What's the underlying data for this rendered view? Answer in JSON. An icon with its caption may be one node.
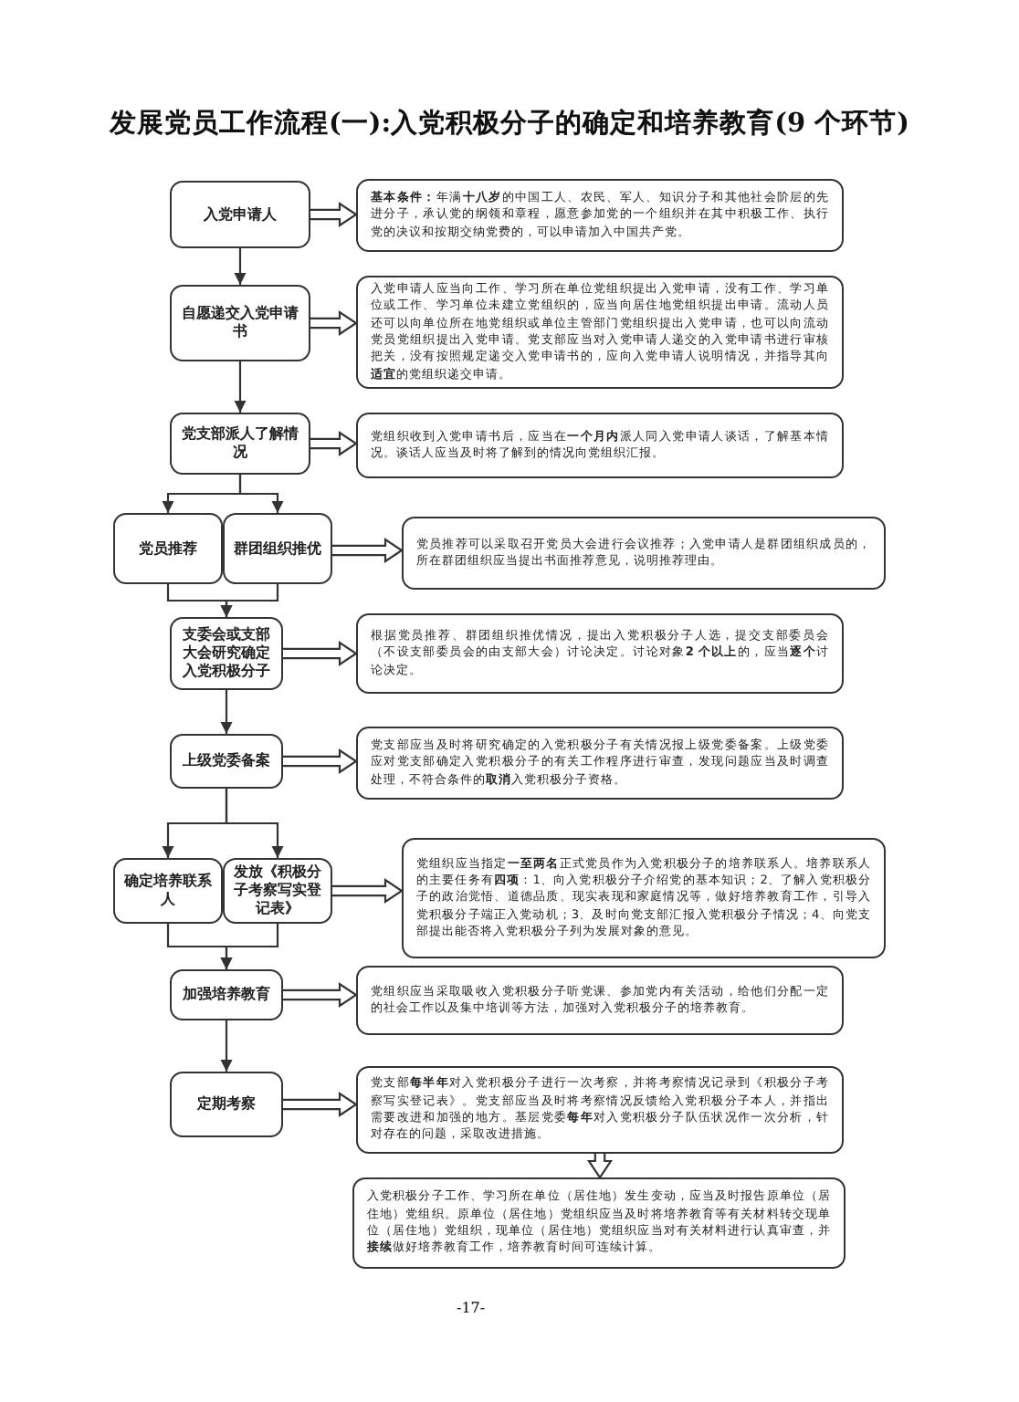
{
  "diagram": {
    "title": "发展党员工作流程(一):入党积极分子的确定和培养教育(9 个环节)",
    "nodes": [
      {
        "text": [
          "入党申请人"
        ]
      },
      {
        "text": [
          "**基本条件：**年满**十八岁**的中国工人、农民、军人、知识分子和其他社会阶层的先进分子，承认党的纲领和章程，愿意参加党的一个组织并在其中积极工作、执行党的决议和按期交纳党费的，可以申请加入中国共产党。"
        ]
      },
      {
        "text": [
          "自愿递交入党申请书"
        ]
      },
      {
        "text": [
          "入党申请人应当向工作、学习所在单位党组织提出入党申请，没有工作、学习单位或工作、学习单位未建立党组织的，应当向居住地党组织提出申请。流动人员还可以向单位所在地党组织或单位主管部门党组织提出入党申请，也可以向流动党员党组织提出入党申请。党支部应当对入党申请人递交的入党申请书进行审核把关，没有按照规定递交入党申请书的，应向入党申请人说明情况，并指导其向**适宜**的党组织递交申请。"
        ]
      },
      {
        "text": [
          "党支部派人了解情况"
        ]
      },
      {
        "text": [
          "党组织收到入党申请书后，应当在**一个月内**派人同入党申请人谈话，了解基本情况。谈话人应当及时将了解到的情况向党组织汇报。"
        ]
      },
      {
        "text": [
          "党员推荐"
        ]
      },
      {
        "text": [
          "群团组织推优"
        ]
      },
      {
        "text": [
          "党员推荐可以采取召开党员大会进行会议推荐；入党申请人是群团组织成员的，所在群团组织应当提出书面推荐意见，说明推荐理由。"
        ]
      },
      {
        "text": [
          "支委会或支部大会研究确定入党积极分子"
        ]
      },
      {
        "text": [
          "根据党员推荐、群团组织推优情况，提出入党积极分子人选，提交支部委员会（不设支部委员会的由支部大会）讨论决定。讨论对象**2 个以上**的，应当**逐个**讨论决定。"
        ]
      },
      {
        "text": [
          "上级党委备案"
        ]
      },
      {
        "text": [
          "党支部应当及时将研究确定的入党积极分子有关情况报上级党委备案。上级党委应对党支部确定入党积极分子的有关工作程序进行审查，发现问题应当及时调查处理，不符合条件的**取消**入党积极分子资格。"
        ]
      },
      {
        "text": [
          "确定培养联系人"
        ]
      },
      {
        "text": [
          "发放《积极分子考察写实登记表》"
        ]
      },
      {
        "text": [
          "党组织应当指定**一至两名**正式党员作为入党积极分子的培养联系人。培养联系人的主要任务有**四项**：1、向入党积极分子介绍党的基本知识；2、了解入党积极分子的政治觉悟、道德品质、现实表现和家庭情况等，做好培养教育工作，引导入党积极分子端正入党动机；3、及时向党支部汇报入党积极分子情况；4、向党支部提出能否将入党积极分子列为发展对象的意见。"
        ]
      },
      {
        "text": [
          "加强培养教育"
        ]
      },
      {
        "text": [
          "党组织应当采取吸收入党积极分子听党课、参加党内有关活动，给他们分配一定的社会工作以及集中培训等方法，加强对入党积极分子的培养教育。"
        ]
      },
      {
        "text": [
          "定期考察"
        ]
      },
      {
        "text": [
          "党支部**每半年**对入党积极分子进行一次考察，并将考察情况记录到《积极分子考察写实登记表》。党支部应当及时将考察情况反馈给入党积极分子本人，并指出需要改进和加强的地方。基层党委**每年**对入党积极分子队伍状况作一次分析，针对存在的问题，采取改进措施。"
        ]
      },
      {
        "text": [
          "入党积极分子工作、学习所在单位（居住地）发生变动，应当及时报告原单位（居住地）党组织。原单位（居住地）党组织应当及时将培养教育等有关材料转交现单位（居住地）党组织，现单位（居住地）党组织应当对有关材料进行认真审查，并**接续**做好培养教育工作，培养教育时间可连续计算。"
        ]
      }
    ],
    "edges": [
      {
        "from": 0,
        "to": 1,
        "arrow": "to",
        "style": "thick"
      },
      {
        "from": 0,
        "to": 2,
        "arrow": "to"
      },
      {
        "from": 2,
        "to": 3,
        "arrow": "to",
        "style": "thick"
      },
      {
        "from": 2,
        "to": 4,
        "arrow": "to"
      },
      {
        "from": 4,
        "to": 5,
        "arrow": "to",
        "style": "thick"
      },
      {
        "from": 4,
        "to": 6,
        "arrow": "to"
      },
      {
        "from": 4,
        "to": 7,
        "arrow": "to"
      },
      {
        "from": 7,
        "to": 8,
        "arrow": "to",
        "style": "thick"
      },
      {
        "from": 6,
        "to": 9,
        "arrow": "to"
      },
      {
        "from": 7,
        "to": 9,
        "arrow": "to"
      },
      {
        "from": 9,
        "to": 10,
        "arrow": "to",
        "style": "thick"
      },
      {
        "from": 9,
        "to": 11,
        "arrow": "to"
      },
      {
        "from": 11,
        "to": 12,
        "arrow": "to",
        "style": "thick"
      },
      {
        "from": 11,
        "to": 13,
        "arrow": "to"
      },
      {
        "from": 11,
        "to": 14,
        "arrow": "to"
      },
      {
        "from": 14,
        "to": 15,
        "arrow": "to",
        "style": "thick"
      },
      {
        "from": 13,
        "to": 16,
        "arrow": "to"
      },
      {
        "from": 14,
        "to": 16,
        "arrow": "to"
      },
      {
        "from": 16,
        "to": 17,
        "arrow": "to",
        "style": "thick"
      },
      {
        "from": 16,
        "to": 18,
        "arrow": "to"
      },
      {
        "from": 18,
        "to": 19,
        "arrow": "to",
        "style": "thick"
      },
      {
        "from": 19,
        "to": 20,
        "arrow": "to",
        "style": "thick"
      }
    ],
    "labels": [
      "-17-"
    ]
  }
}
